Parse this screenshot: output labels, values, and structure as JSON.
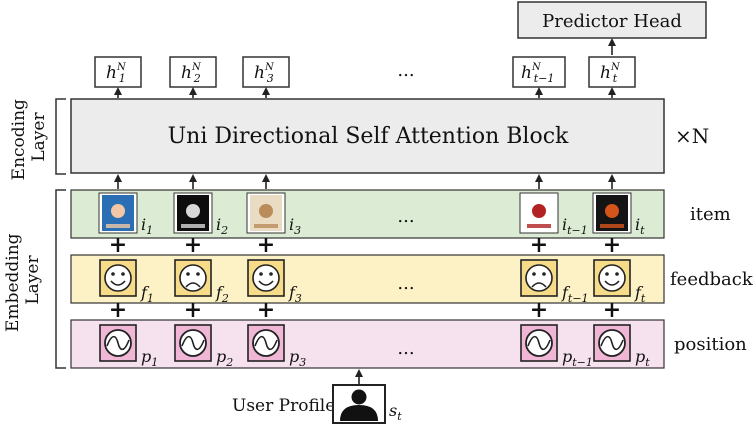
{
  "predictor_head": "Predictor Head",
  "encoding_layer_label": "Encoding Layer",
  "embedding_layer_label": "Embedding Layer",
  "attention_block_label": "Uni Directional Self Attention Block",
  "repeat_label": "×N",
  "ellipsis": "...",
  "plus": "+",
  "row_labels": {
    "item": "item",
    "feedback": "feedback",
    "position": "position"
  },
  "hidden_states": [
    {
      "base": "h",
      "sub": "1",
      "sup": "N"
    },
    {
      "base": "h",
      "sub": "2",
      "sup": "N"
    },
    {
      "base": "h",
      "sub": "3",
      "sup": "N"
    },
    {
      "base": "h",
      "sub": "t−1",
      "sup": "N"
    },
    {
      "base": "h",
      "sub": "t",
      "sup": "N"
    }
  ],
  "items": [
    {
      "base": "i",
      "sub": "1"
    },
    {
      "base": "i",
      "sub": "2"
    },
    {
      "base": "i",
      "sub": "3"
    },
    {
      "base": "i",
      "sub": "t−1"
    },
    {
      "base": "i",
      "sub": "t"
    }
  ],
  "feedback": [
    {
      "base": "f",
      "sub": "1",
      "mood": "happy"
    },
    {
      "base": "f",
      "sub": "2",
      "mood": "sad"
    },
    {
      "base": "f",
      "sub": "3",
      "mood": "happy"
    },
    {
      "base": "f",
      "sub": "t−1",
      "mood": "sad"
    },
    {
      "base": "f",
      "sub": "t",
      "mood": "happy"
    }
  ],
  "positions": [
    {
      "base": "p",
      "sub": "1"
    },
    {
      "base": "p",
      "sub": "2"
    },
    {
      "base": "p",
      "sub": "3"
    },
    {
      "base": "p",
      "sub": "t−1"
    },
    {
      "base": "p",
      "sub": "t"
    }
  ],
  "user_profile": {
    "label": "User Profile",
    "base": "s",
    "sub": "t"
  },
  "colors": {
    "block_fill": "#ececec",
    "item_row": "#dcecd4",
    "feedback_row": "#fdf2c6",
    "position_row": "#f6e1ee",
    "feedback_icon_bg": "#f6dc88",
    "position_icon_bg": "#efb6d5",
    "stroke": "#222222"
  }
}
